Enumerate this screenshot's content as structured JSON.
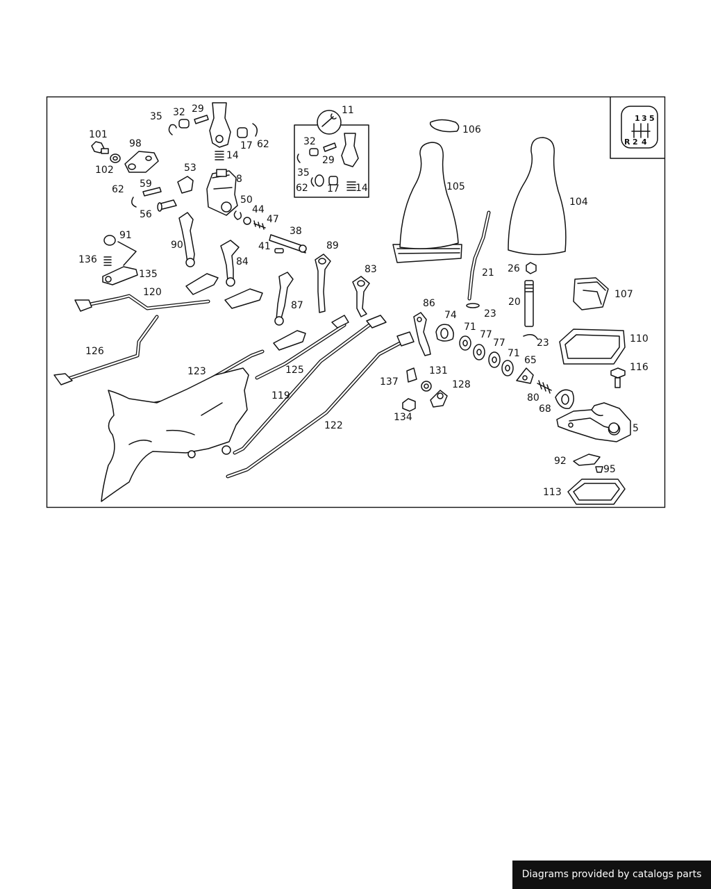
{
  "diagram": {
    "callouts": [
      "101",
      "102",
      "98",
      "35",
      "32",
      "29",
      "17",
      "62",
      "14",
      "8",
      "53",
      "59",
      "62",
      "56",
      "50",
      "44",
      "47",
      "38",
      "41",
      "11",
      "32",
      "29",
      "35",
      "62",
      "17",
      "14",
      "106",
      "105",
      "104",
      "91",
      "136",
      "135",
      "90",
      "84",
      "89",
      "83",
      "120",
      "126",
      "123",
      "125",
      "87",
      "119",
      "122",
      "86",
      "74",
      "23",
      "21",
      "26",
      "107",
      "71",
      "77",
      "77",
      "71",
      "23",
      "20",
      "110",
      "65",
      "116",
      "137",
      "131",
      "128",
      "134",
      "80",
      "68",
      "5",
      "92",
      "95",
      "113"
    ],
    "shift_pattern": [
      "1",
      "3",
      "5",
      "R",
      "2",
      "4"
    ]
  },
  "footer": {
    "text": "Diagrams provided by catalogs parts"
  }
}
